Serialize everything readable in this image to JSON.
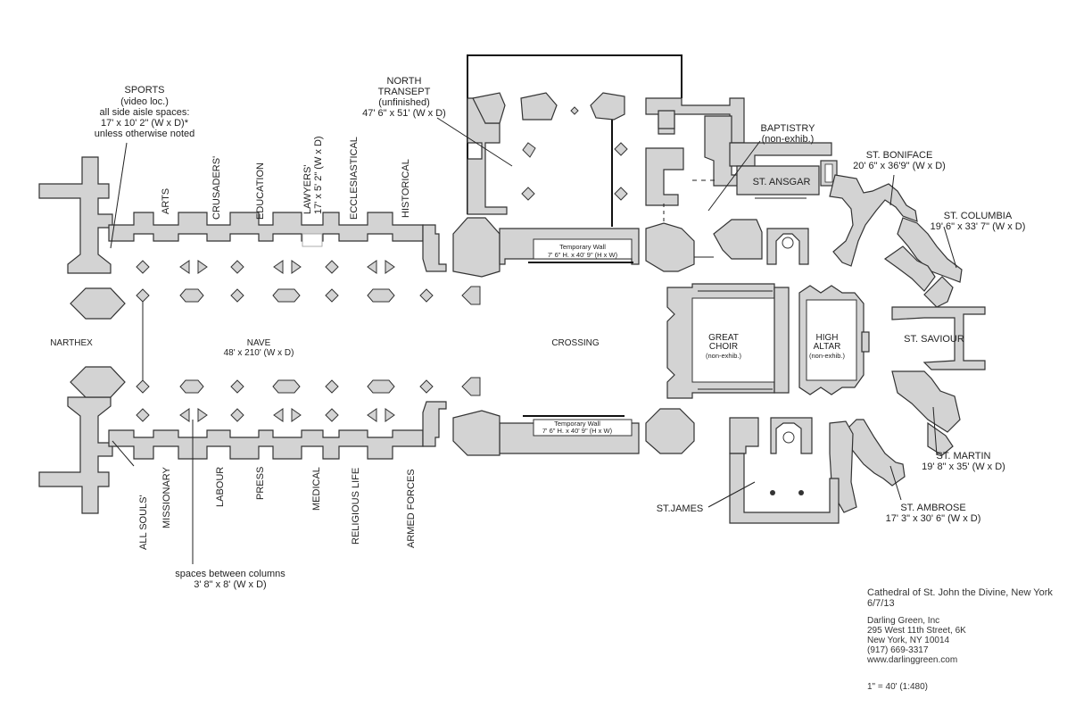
{
  "labels": {
    "sports": [
      "SPORTS",
      "(video loc.)",
      "all side aisle spaces:",
      "17' x 10' 2\" (W x D)*",
      "unless otherwise noted"
    ],
    "north_transept": [
      "NORTH",
      "TRANSEPT",
      "(unfinished)",
      "47' 6\" x 51' (W x D)"
    ],
    "baptistry": [
      "BAPTISTRY",
      "(non-exhib.)"
    ],
    "st_boniface": [
      "ST. BONIFACE",
      "20' 6\" x 36'9\" (W x D)"
    ],
    "st_columbia": [
      "ST. COLUMBIA",
      "19' 6\" x 33' 7\" (W x D)"
    ],
    "st_ansgar": "ST. ANSGAR",
    "st_saviour": "ST. SAVIOUR",
    "great_choir": [
      "GREAT",
      "CHOIR",
      "(non-exhib.)"
    ],
    "high_altar": [
      "HIGH",
      "ALTAR",
      "(non-exhib.)"
    ],
    "st_martin": [
      "ST. MARTIN",
      "19' 8\" x 35' (W x D)"
    ],
    "st_ambrose": [
      "ST. AMBROSE",
      "17' 3\" x 30' 6\" (W x D)"
    ],
    "st_james": "ST.JAMES",
    "narthex": "NARTHEX",
    "nave": [
      "NAVE",
      "48' x 210' (W x D)"
    ],
    "crossing": "CROSSING",
    "temp_wall_top": [
      "Temporary Wall",
      "7' 6\" H. x 40' 9\" (H x W)"
    ],
    "temp_wall_bottom": [
      "Temporary Wall",
      "7' 6\" H. x 40' 9\" (H x W)"
    ],
    "spaces_between": [
      "spaces between columns",
      "3' 8\" x 8' (W x D)"
    ],
    "north_aisle": [
      "ARTS",
      "CRUSADERS'",
      "EDUCATION",
      "ECCLESIASTICAL",
      "HISTORICAL"
    ],
    "lawyers": [
      "LAWYERS'",
      "17' x 5' 2\" (W x D)"
    ],
    "south_aisle": [
      "ALL SOULS'",
      "MISSIONARY",
      "LABOUR",
      "PRESS",
      "MEDICAL",
      "RELIGIOUS LIFE",
      "ARMED FORCES"
    ]
  },
  "info": {
    "title": "Cathedral of St. John the Divine, New York",
    "date": "6/7/13",
    "company": "Darling Green, Inc",
    "address1": "295 West 11th Street, 6K",
    "address2": "New York, NY 10014",
    "phone": "(917) 669-3317",
    "web": "www.darlinggreen.com",
    "scale": "1\" = 40' (1:480)"
  }
}
